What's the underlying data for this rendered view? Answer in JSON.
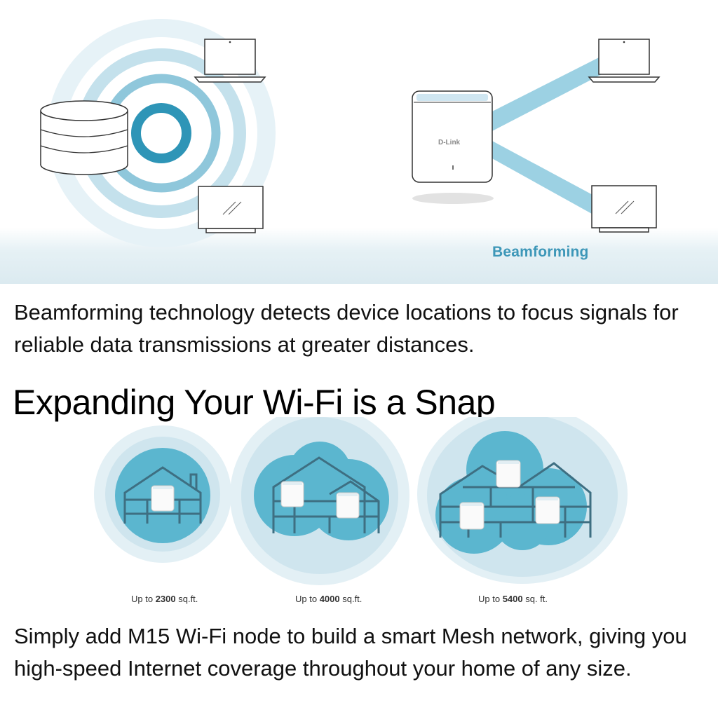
{
  "hero": {
    "label": "Beamforming",
    "device_brand": "D-Link"
  },
  "description_1": "Beamforming technology detects device locations to focus signals for reliable data transmissions at greater distances.",
  "heading": "Expanding Your Wi-Fi is a Snap",
  "coverage": [
    {
      "prefix": "Up to ",
      "value": "2300",
      "unit": " sq.ft."
    },
    {
      "prefix": "Up to ",
      "value": "4000",
      "unit": " sq.ft."
    },
    {
      "prefix": "Up to ",
      "value": "5400",
      "unit": " sq. ft."
    }
  ],
  "description_2": "Simply add M15 Wi-Fi node to build a smart Mesh network, giving you high-speed Internet coverage throughout your home of any size.",
  "colors": {
    "accent": "#3d97b8",
    "bubble": "#5bb6cf",
    "bubble_halo": "#d5eaf2"
  }
}
